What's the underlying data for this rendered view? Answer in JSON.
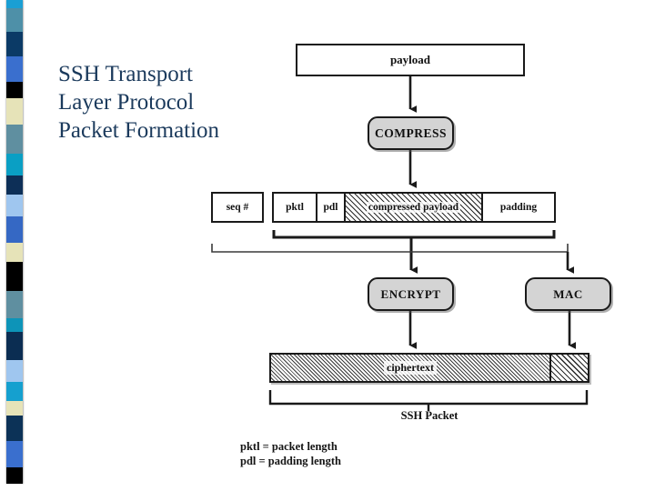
{
  "slide": {
    "title": "SSH Transport\nLayer Protocol\nPacket Formation",
    "background_color": "#ffffff",
    "title_color": "#1b3a5c"
  },
  "sidebar": {
    "name": "decorative-color-strip",
    "swatches": [
      {
        "color": "#1a9fd4",
        "height": 10
      },
      {
        "color": "#4e90a8",
        "height": 27
      },
      {
        "color": "#0b3a66",
        "height": 29
      },
      {
        "color": "#3a6fce",
        "height": 29
      },
      {
        "color": "#000000",
        "height": 19
      },
      {
        "color": "#e6e3b8",
        "height": 31
      },
      {
        "color": "#5f8fa0",
        "height": 34
      },
      {
        "color": "#0a9fc4",
        "height": 25
      },
      {
        "color": "#0d2f57",
        "height": 22
      },
      {
        "color": "#9fc6ef",
        "height": 26
      },
      {
        "color": "#3568c4",
        "height": 30
      },
      {
        "color": "#e6e3b8",
        "height": 22
      },
      {
        "color": "#000000",
        "height": 34
      },
      {
        "color": "#5f8fa0",
        "height": 32
      },
      {
        "color": "#0d94b8",
        "height": 16
      },
      {
        "color": "#0b2d52",
        "height": 32
      },
      {
        "color": "#9fc6ef",
        "height": 26
      },
      {
        "color": "#15a0cf",
        "height": 22
      },
      {
        "color": "#e6e3b8",
        "height": 17
      },
      {
        "color": "#0c3257",
        "height": 30
      },
      {
        "color": "#3a6fce",
        "height": 30
      },
      {
        "color": "#000000",
        "height": 19
      }
    ]
  },
  "diagram": {
    "payload_label": "payload",
    "compress_label": "COMPRESS",
    "seq_label": "seq #",
    "pktl_label": "pktl",
    "pdl_label": "pdl",
    "compressed_payload_label": "compressed payload",
    "padding_label": "padding",
    "encrypt_label": "ENCRYPT",
    "mac_label": "MAC",
    "ciphertext_label": "ciphertext",
    "ssh_packet_label": "SSH Packet",
    "legend": [
      "pktl = packet length",
      "pdl = padding length"
    ],
    "line_color": "#1a1a1a",
    "process_fill": "#d4d4d4"
  }
}
